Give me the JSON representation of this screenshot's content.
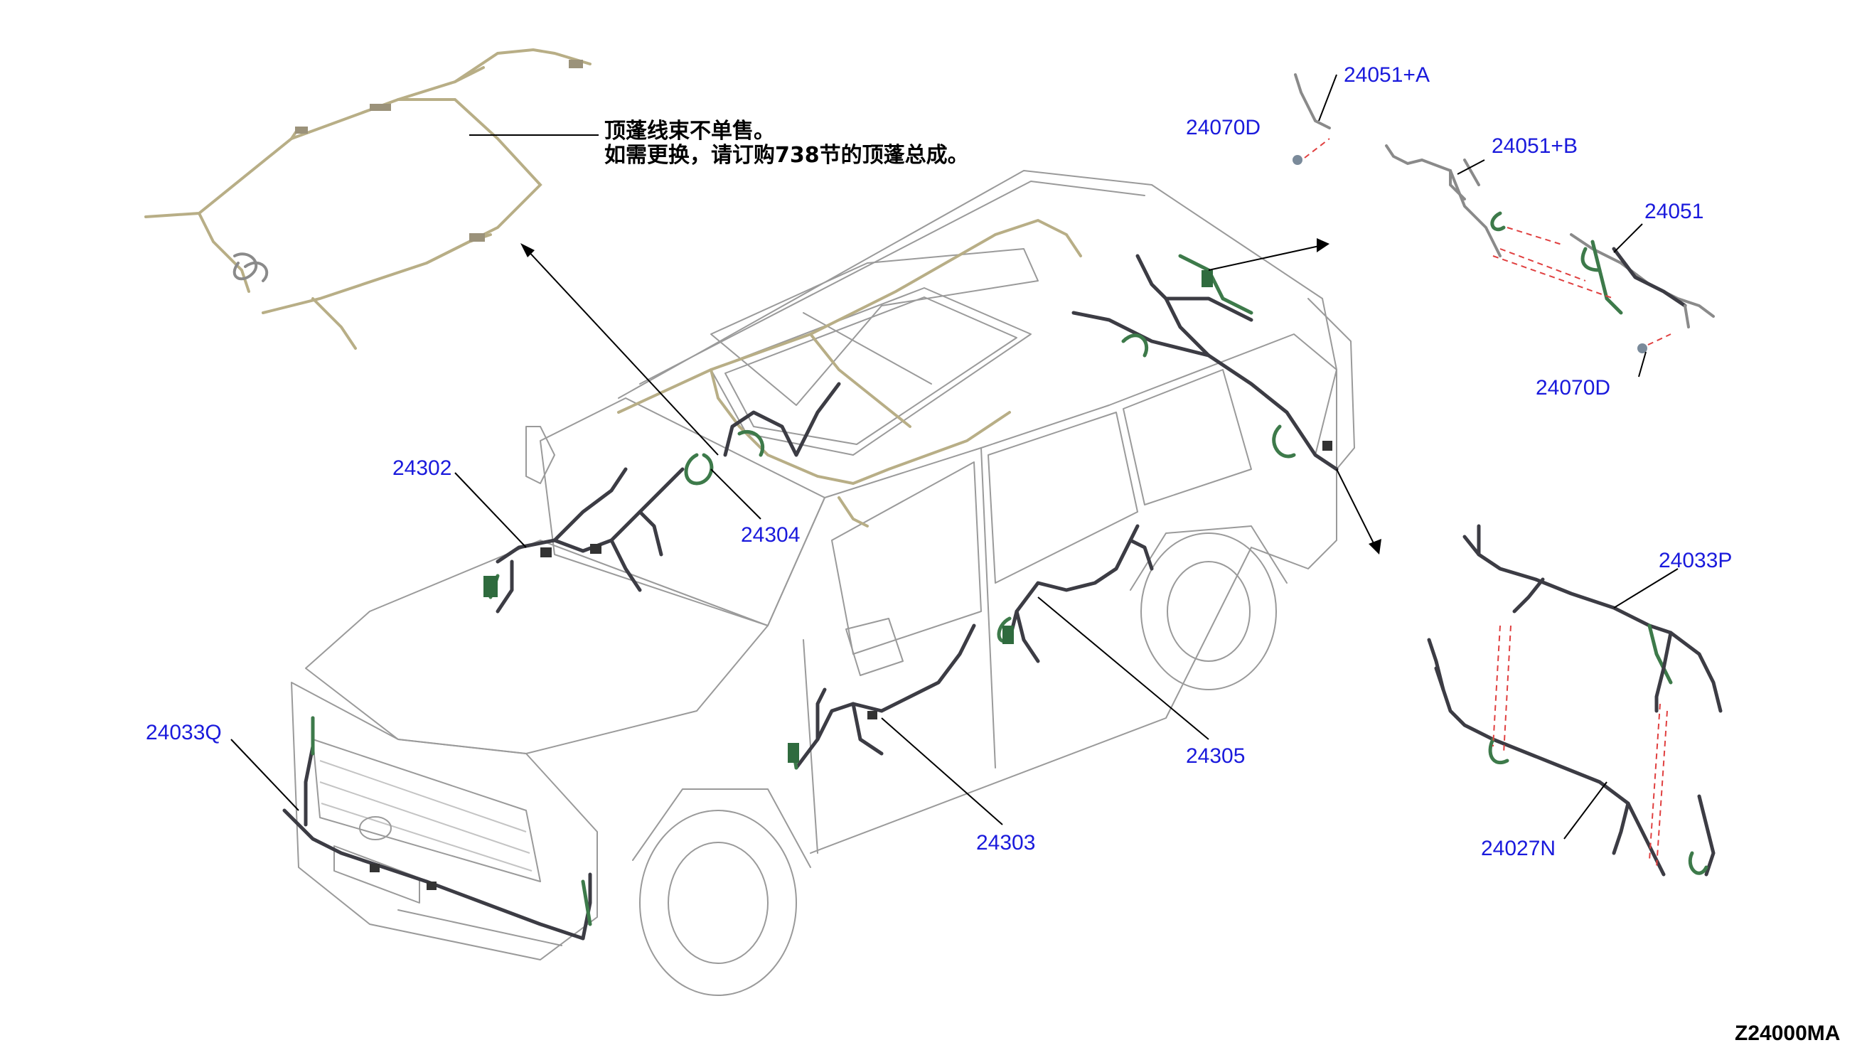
{
  "note": {
    "line1": "顶蓬线束不单售。",
    "line2": "如需更换，请订购738节的顶蓬总成。"
  },
  "labels": {
    "p24051A": "24051+A",
    "p24070D_top": "24070D",
    "p24051B": "24051+B",
    "p24051": "24051",
    "p24070D_bottom": "24070D",
    "p24302": "24302",
    "p24304": "24304",
    "p24033P": "24033P",
    "p24033Q": "24033Q",
    "p24305": "24305",
    "p24303": "24303",
    "p24027N": "24027N"
  },
  "drawing_code": "Z24000MA",
  "colors": {
    "label_blue": "#1a1adc",
    "wire_dark": "#3c3c44",
    "wire_green": "#3d7a4a",
    "roof_harness": "#b8ae86",
    "dashed_red": "#e04040",
    "car_outline": "#9a9a9a"
  }
}
